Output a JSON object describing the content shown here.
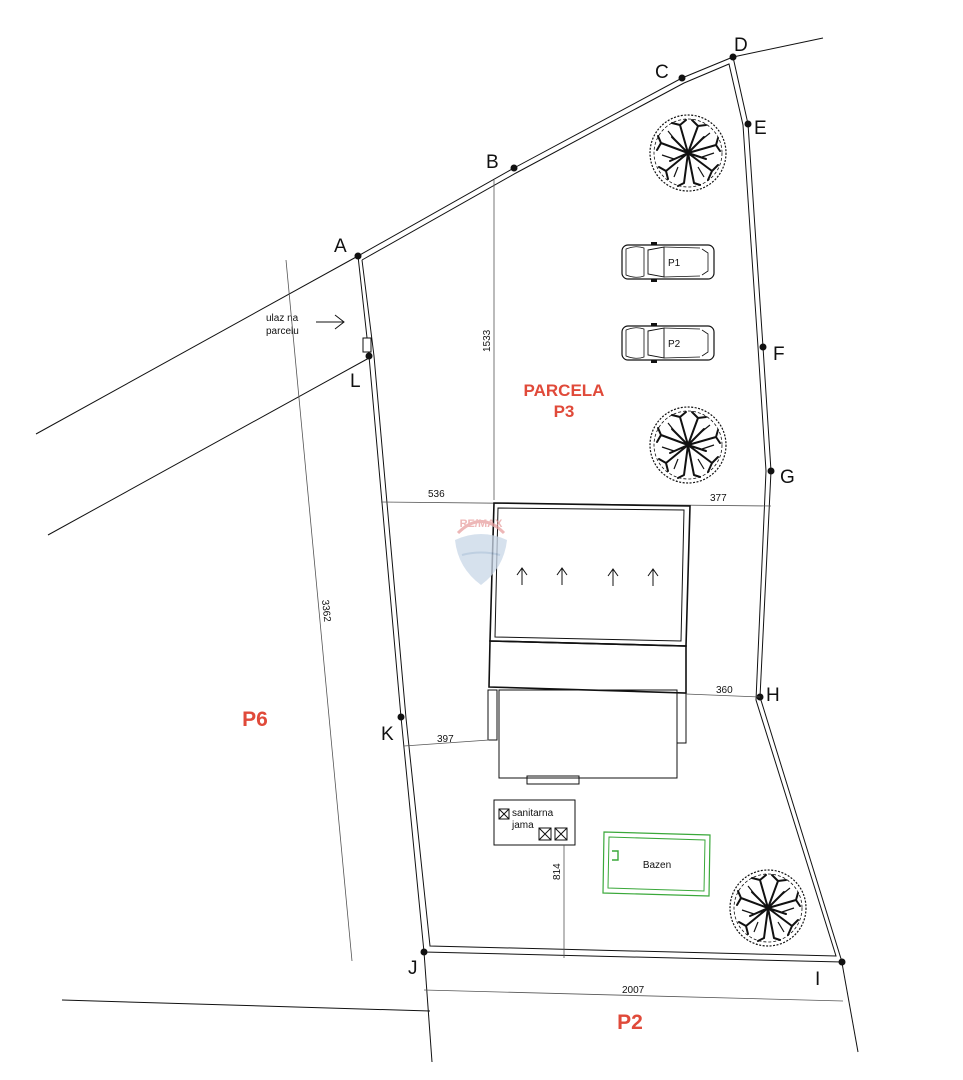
{
  "points": {
    "A": "A",
    "B": "B",
    "C": "C",
    "D": "D",
    "E": "E",
    "F": "F",
    "G": "G",
    "H": "H",
    "I": "I",
    "J": "J",
    "K": "K",
    "L": "L"
  },
  "parcels": {
    "p3_line1": "PARCELA",
    "p3_line2": "P3",
    "p6": "P6",
    "p2": "P2"
  },
  "dimensions": {
    "d1533": "1533",
    "d3362": "3362",
    "d536": "536",
    "d377": "377",
    "d360": "360",
    "d397": "397",
    "d814": "814",
    "d2007": "2007"
  },
  "labels": {
    "entrance_line1": "ulaz na",
    "entrance_line2": "parcelu",
    "parking1": "P1",
    "parking2": "P2",
    "septic_line1": "sanitarna",
    "septic_line2": "jama",
    "pool": "Bazen"
  },
  "watermark": "RE/MAX",
  "colors": {
    "parcel_label": "#e04a3a",
    "pool": "#3aa83a",
    "watermark_red": "#e8a0a0",
    "watermark_blue": "#a9bfd8"
  }
}
